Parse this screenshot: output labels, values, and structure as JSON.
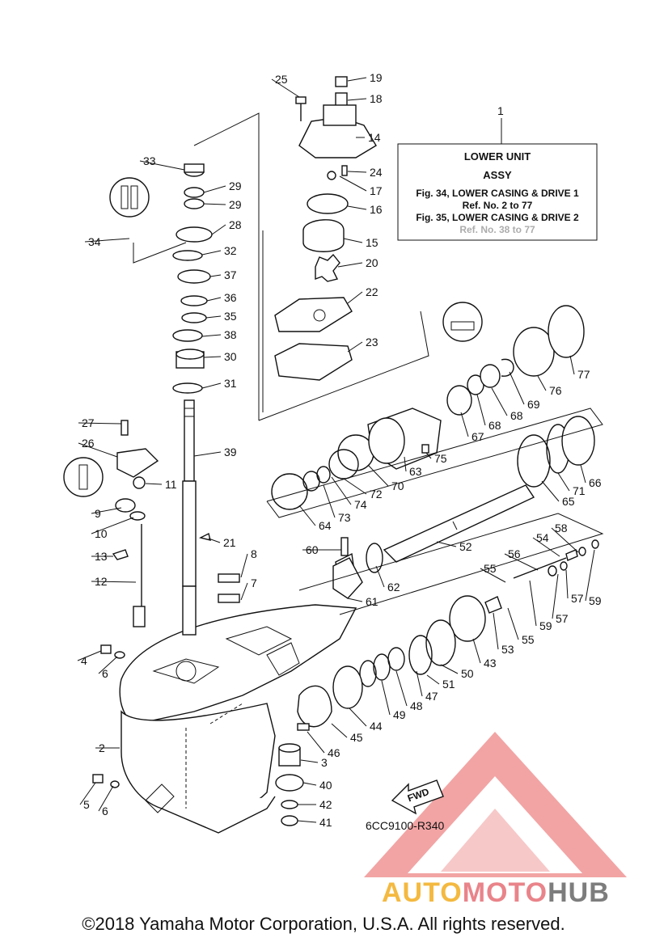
{
  "info_box": {
    "number": "1",
    "title": "LOWER UNIT",
    "subtitle": "ASSY",
    "line1": "Fig. 34, LOWER CASING & DRIVE 1",
    "line2": "Ref. No. 2 to 77",
    "line3": "Fig. 35, LOWER CASING & DRIVE 2",
    "line4": "Ref. No. 38 to 77"
  },
  "fwd_label": "FWD",
  "diagram_code": "6CC9100-R340",
  "copyright": "©2018 Yamaha Motor Corporation, U.S.A. All rights reserved.",
  "watermark": {
    "part1": "AUTO",
    "part2": "MOTO",
    "part3": "HUB"
  },
  "labels": [
    "2",
    "3",
    "4",
    "5",
    "6",
    "6",
    "7",
    "8",
    "9",
    "10",
    "11",
    "12",
    "13",
    "14",
    "15",
    "16",
    "17",
    "18",
    "19",
    "20",
    "21",
    "22",
    "23",
    "24",
    "25",
    "26",
    "27",
    "28",
    "29",
    "29",
    "30",
    "31",
    "32",
    "33",
    "34",
    "35",
    "36",
    "37",
    "38",
    "39",
    "40",
    "41",
    "42",
    "43",
    "44",
    "45",
    "46",
    "47",
    "48",
    "49",
    "50",
    "51",
    "52",
    "53",
    "54",
    "55",
    "55",
    "56",
    "57",
    "57",
    "58",
    "59",
    "59",
    "60",
    "61",
    "62",
    "63",
    "64",
    "65",
    "66",
    "67",
    "68",
    "68",
    "69",
    "70",
    "71",
    "72",
    "73",
    "74",
    "75",
    "76",
    "77"
  ]
}
